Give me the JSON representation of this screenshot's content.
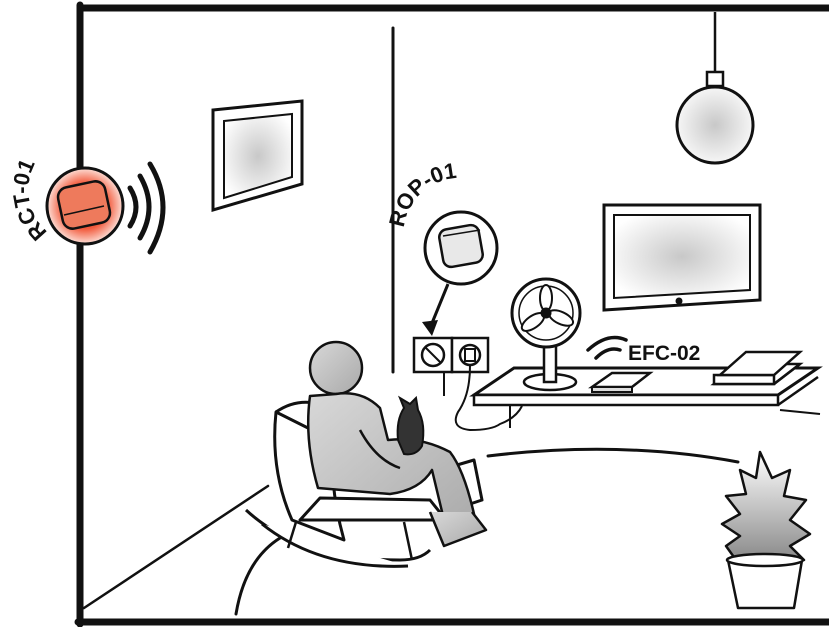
{
  "labels": {
    "rct": "RCT-01",
    "rop": "ROP-01",
    "efc": "EFC-02"
  },
  "colors": {
    "line": "#111111",
    "rct_glow": "#e2231a",
    "rct_device": "#f08060",
    "shade": "#bdbdbd"
  }
}
